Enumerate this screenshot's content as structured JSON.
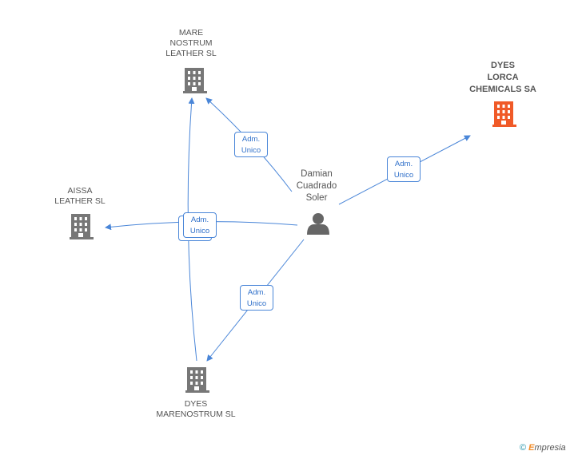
{
  "companies": {
    "mare_nostrum": "MARE\nNOSTRUM\nLEATHER SL",
    "dyes_lorca": "DYES\nLORCA\nCHEMICALS SA",
    "aissa": "AISSA\nLEATHER  SL",
    "dyes_marenostrum": "DYES\nMARENOSTRUM SL"
  },
  "person": {
    "name": "Damian\nCuadrado\nSoler"
  },
  "edges": {
    "role_line1": "Adm.",
    "role_line2": "Unico"
  },
  "footer": {
    "copyright": "©",
    "e": "E",
    "brand": "mpresia"
  },
  "colors": {
    "edge": "#4a86d8",
    "building": "#777777",
    "main_building": "#f05a28"
  },
  "icons": {
    "building": "building-icon",
    "person": "person-icon"
  }
}
